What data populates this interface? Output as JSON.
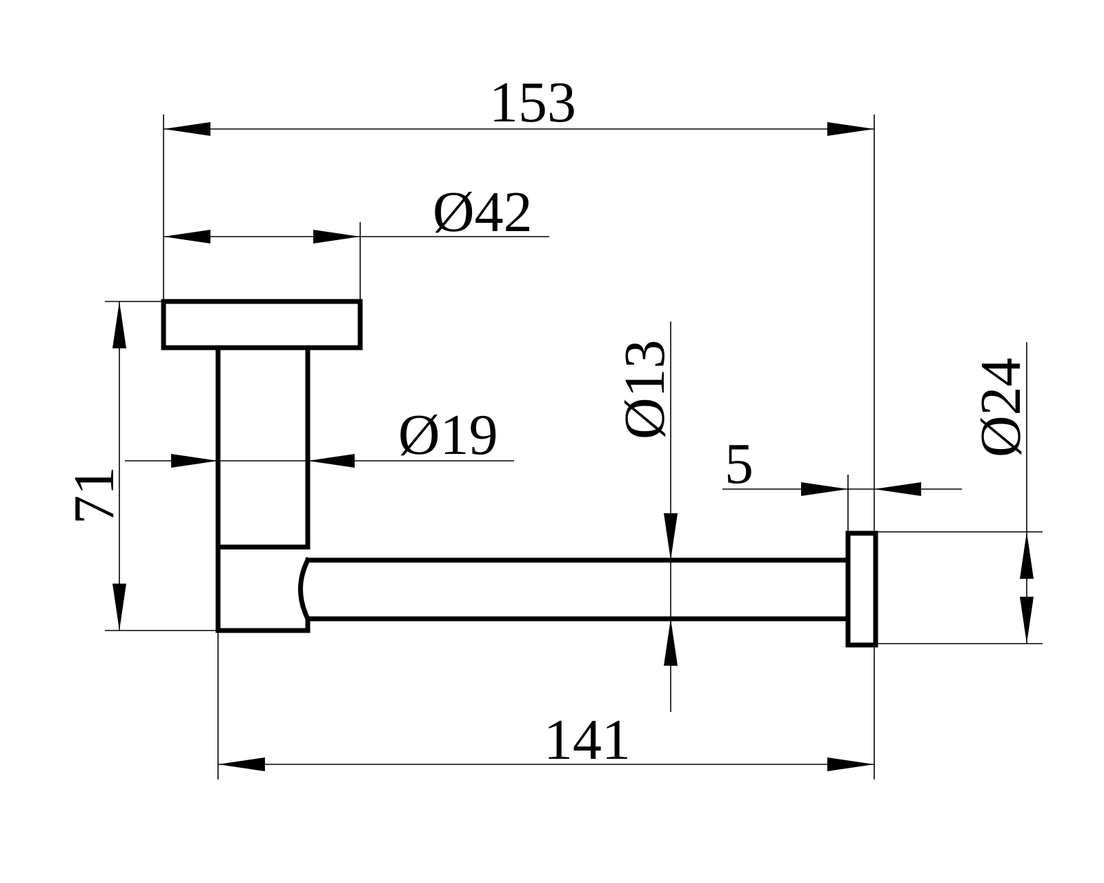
{
  "dimensions": {
    "overall_width": "153",
    "base_diameter": "Ø42",
    "post_diameter": "Ø19",
    "rod_diameter": "Ø13",
    "end_cap_thickness": "5",
    "end_cap_diameter": "Ø24",
    "height": "71",
    "projection_length": "141"
  }
}
